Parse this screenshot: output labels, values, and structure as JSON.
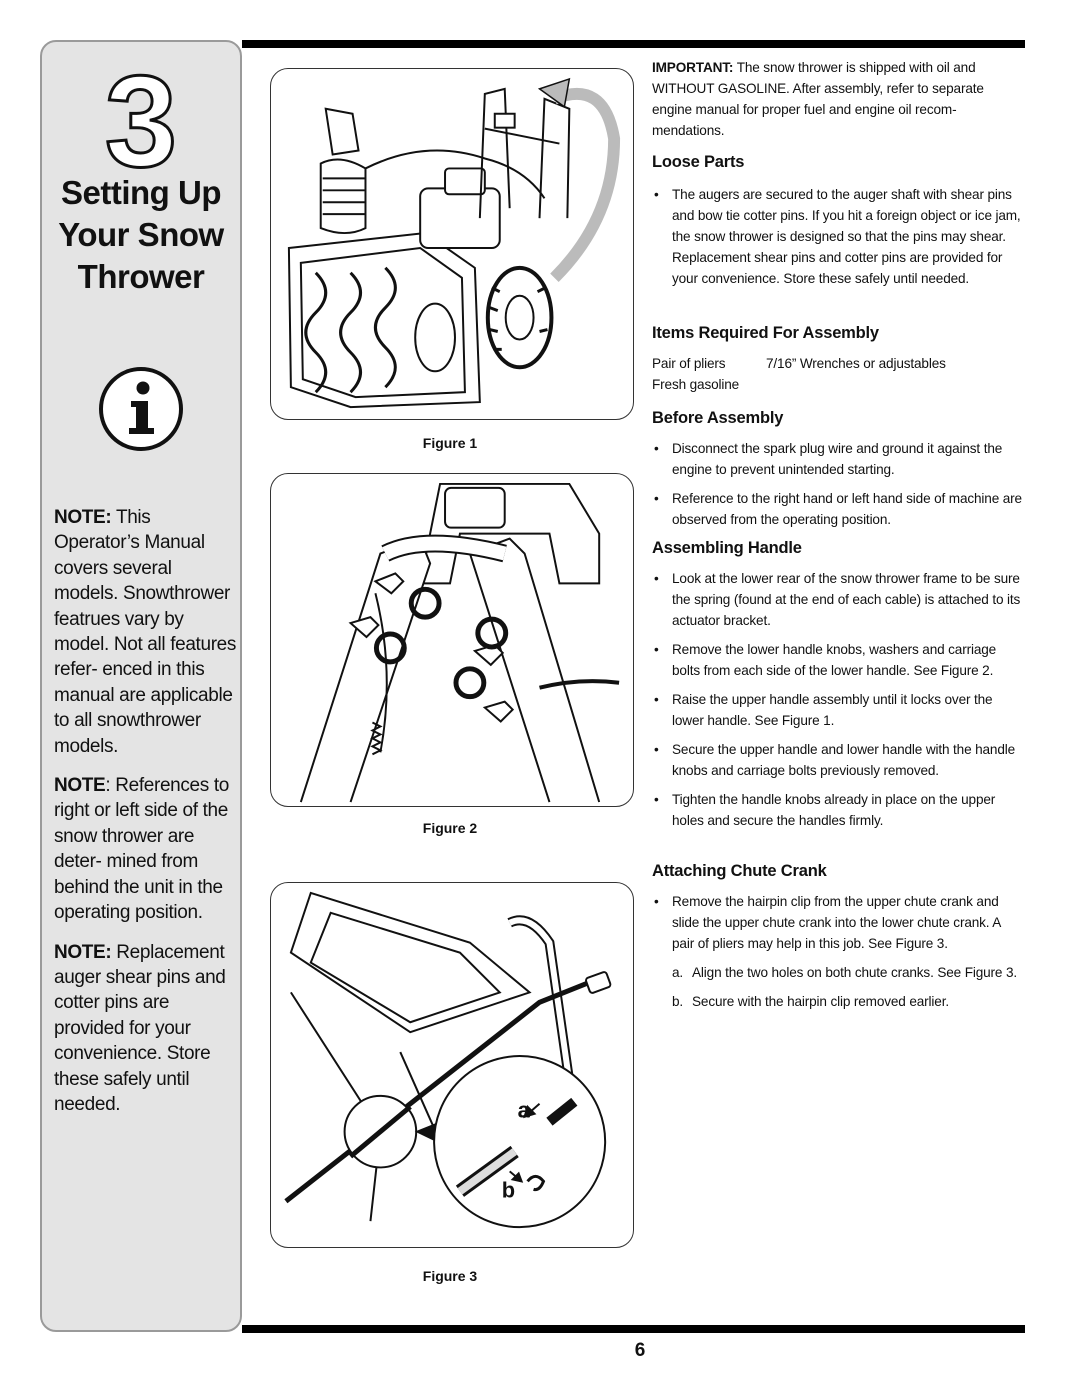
{
  "sidebar": {
    "chapter_number": "3",
    "title_line1": "Setting Up",
    "title_line2": "Your Snow",
    "title_line3": "Thrower",
    "icon": "info-icon",
    "notes": [
      {
        "label": "NOTE:",
        "text": " This Operator’s Manual covers several models. Snowthrower featrues vary by model. Not all features refer- enced in this manual are applicable to all snowthrower models."
      },
      {
        "label": "NOTE",
        "text": ": References to right or left side of the snow thrower are deter- mined from behind the unit in the operating position."
      },
      {
        "label": "NOTE:",
        "text": " Replacement auger shear pins and cotter pins are provided for your convenience. Store these safely until needed."
      }
    ]
  },
  "figures": {
    "fig1_caption": "Figure 1",
    "fig2_caption": "Figure 2",
    "fig3_caption": "Figure 3",
    "fig3_label_a": "a",
    "fig3_label_b": "b"
  },
  "content": {
    "important_label": "IMPORTANT:",
    "important_text": " The snow thrower is shipped with oil and WITHOUT GASOLINE. After assembly, refer to separate engine manual for proper fuel and engine oil recom- mendations.",
    "loose_parts": {
      "heading": "Loose Parts",
      "bullets": [
        "The augers are secured to the auger shaft with shear pins and bow tie cotter pins. If you hit a foreign object or ice jam, the snow thrower is designed so that the pins may shear. Replacement shear pins and cotter pins are provided for your convenience. Store these safely until needed."
      ]
    },
    "items_required": {
      "heading": "Items Required For Assembly",
      "item1": "Pair of pliers",
      "item2": "7/16” Wrenches or adjustables",
      "item3": "Fresh gasoline"
    },
    "before_assembly": {
      "heading": "Before Assembly",
      "bullets": [
        "Disconnect the spark plug wire and ground it against the engine to prevent unintended starting.",
        "Reference to the right hand or left hand side of machine are observed from the operating position."
      ]
    },
    "assembling_handle": {
      "heading": "Assembling Handle",
      "bullets": [
        "Look at the lower rear of the snow thrower frame to be sure the spring (found at the end of each cable) is attached to its actuator bracket.",
        "Remove the lower handle knobs, washers and carriage bolts from each side of the lower handle. See Figure 2.",
        "Raise the upper handle assembly until it locks over the lower handle.  See Figure 1.",
        "Secure the upper handle and lower handle with the handle knobs and carriage bolts previously removed.",
        "Tighten the handle knobs already in place on the upper holes and secure the handles firmly."
      ]
    },
    "attaching_chute_crank": {
      "heading": "Attaching Chute Crank",
      "bullets": [
        "Remove the hairpin clip from the upper chute crank and slide the upper chute crank into the lower chute crank. A pair of pliers may help in this job. See Figure 3."
      ],
      "sub_a_marker": "a.",
      "sub_a_text": "Align the two holes on both chute cranks. See Figure 3.",
      "sub_b_marker": "b.",
      "sub_b_text": "Secure with the hairpin clip removed earlier."
    }
  },
  "page_number": "6"
}
